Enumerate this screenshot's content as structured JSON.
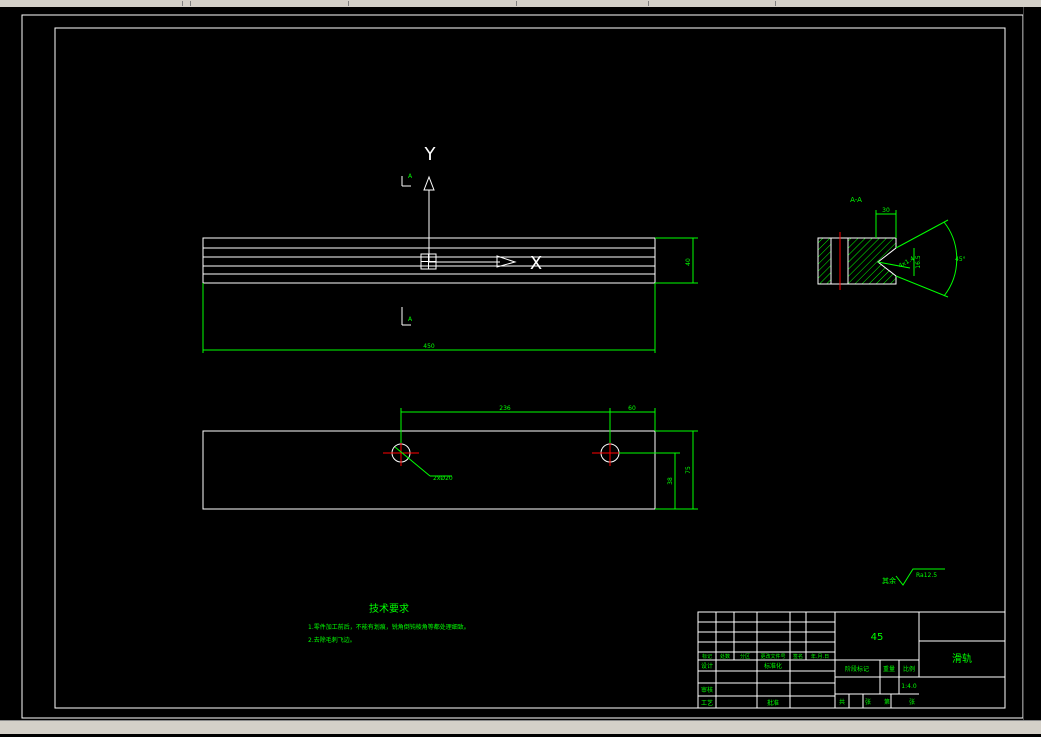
{
  "drawing": {
    "coord_axes": {
      "y_label": "Y",
      "x_label": "X"
    },
    "section_marker": "A-A",
    "section_letter": "A",
    "front_view": {
      "dim_height": "40",
      "dim_length": "450"
    },
    "top_view": {
      "dim_hole_spacing": "236",
      "dim_hole_offset": "60",
      "dim_total_height": "75",
      "dim_hole_height": "38",
      "hole_note": "2xØ20"
    },
    "section_view": {
      "dim_width": "30",
      "dim_inner": "16.5",
      "dim_chamfer": "4x1.4",
      "dim_angle": "45°"
    },
    "roughness": {
      "label": "其余",
      "value": "Ra12.5"
    },
    "tech_req": {
      "title": "技术要求",
      "lines": [
        "1.零件加工前后，不能有划痕，锐角倒钝棱角等都处理细致。",
        "2.去除毛刺飞边。"
      ]
    },
    "title_block": {
      "material": "45",
      "part_name": "滑轨",
      "scale_header": "比例",
      "weight_header": "重量",
      "stage_header": "阶段标记",
      "scale_value": "1:4.0",
      "row_labels": [
        "标记",
        "处数",
        "分区",
        "更改文件号",
        "签名",
        "年.月.日"
      ],
      "designer": "设计",
      "standard": "标准化",
      "audit": "审核",
      "process": "工艺",
      "approve": "批准",
      "sheets": [
        "共",
        "张",
        "第",
        "张"
      ]
    }
  },
  "colors": {
    "line": "#ffffff",
    "dim": "#00ff00",
    "text": "#00ff00",
    "center": "#ff0000",
    "hatch": "#00ff00"
  }
}
